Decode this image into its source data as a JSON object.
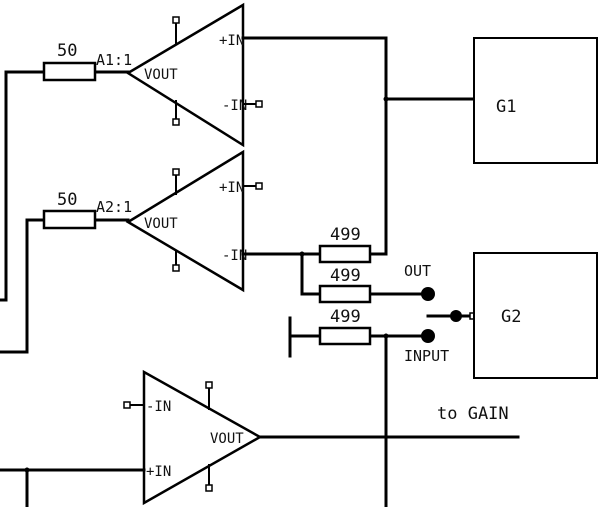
{
  "amplifiers": {
    "a1": {
      "name": "A1:1",
      "out": "VOUT",
      "in_pos": "+IN",
      "in_neg": "-IN"
    },
    "a2": {
      "name": "A2:1",
      "out": "VOUT",
      "in_pos": "+IN",
      "in_neg": "-IN"
    },
    "a3": {
      "out": "VOUT",
      "in_pos": "+IN",
      "in_neg": "-IN"
    }
  },
  "resistors": {
    "r_a1": "50",
    "r_a2": "50",
    "r_fb": "499",
    "r_out": "499",
    "r_in": "499"
  },
  "blocks": {
    "g1": "G1",
    "g2": "G2"
  },
  "terminals": {
    "out": "OUT",
    "input": "INPUT"
  },
  "annotations": {
    "to_gain": "to GAIN"
  }
}
